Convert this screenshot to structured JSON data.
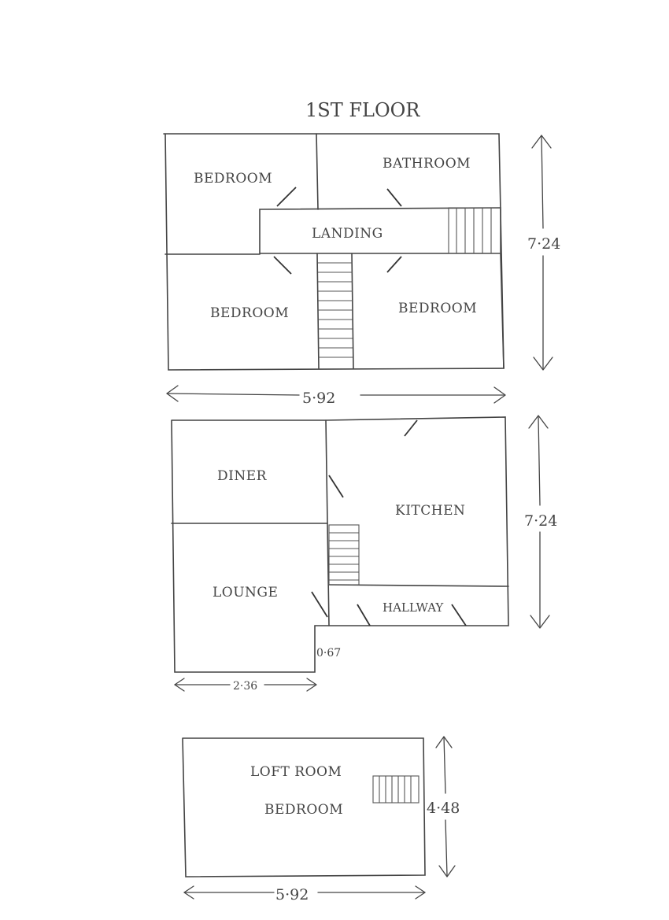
{
  "first_floor": {
    "title": "1ST FLOOR",
    "rooms": {
      "bedroom_top_left": "BEDROOM",
      "bathroom": "BATHROOM",
      "landing": "LANDING",
      "bedroom_bottom_left": "BEDROOM",
      "bedroom_bottom_right": "BEDROOM"
    },
    "dimensions": {
      "height": "7·24",
      "width": "5·92"
    }
  },
  "ground_floor": {
    "rooms": {
      "diner": "DINER",
      "kitchen": "KITCHEN",
      "lounge": "LOUNGE",
      "hallway": "HALLWAY"
    },
    "dimensions": {
      "height": "7·24",
      "step": "0·67",
      "lounge_width": "2·36"
    }
  },
  "loft": {
    "rooms": {
      "line1": "LOFT ROOM",
      "line2": "BEDROOM"
    },
    "dimensions": {
      "height": "4·48",
      "width": "5·92"
    }
  }
}
